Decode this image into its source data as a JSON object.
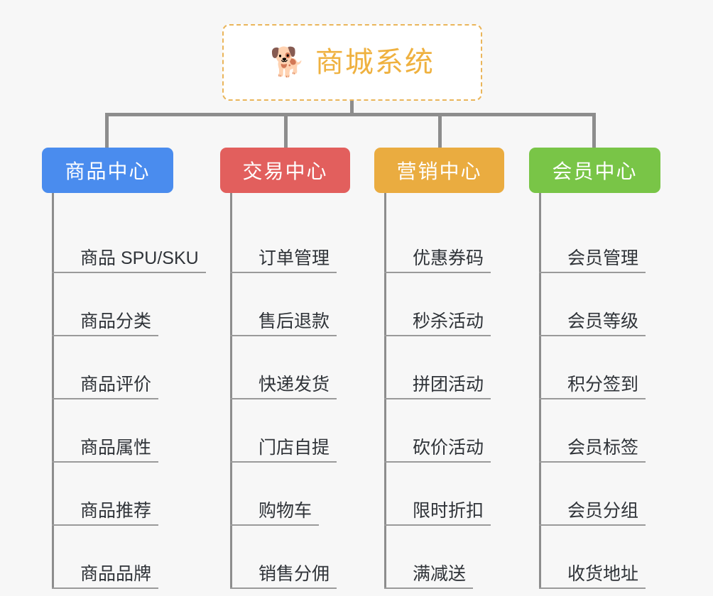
{
  "root": {
    "icon": "shiba-dog-face-emoji",
    "emoji": "🐕",
    "title": "商城系统",
    "title_color": "#efb13f",
    "border_color": "#eab55a",
    "background": "#ffffff"
  },
  "canvas": {
    "background": "#f7f7f7",
    "connector_color": "#8d8d8d",
    "leaf_underline_color": "#9a9a9a",
    "leaf_text_color": "#2f3338"
  },
  "branches": [
    {
      "id": "product-center",
      "label": "商品中心",
      "color": "#4a8cee",
      "leaves": [
        {
          "label": "商品 SPU/SKU"
        },
        {
          "label": "商品分类"
        },
        {
          "label": "商品评价"
        },
        {
          "label": "商品属性"
        },
        {
          "label": "商品推荐"
        },
        {
          "label": "商品品牌"
        }
      ]
    },
    {
      "id": "trade-center",
      "label": "交易中心",
      "color": "#e25f5d",
      "leaves": [
        {
          "label": "订单管理"
        },
        {
          "label": "售后退款"
        },
        {
          "label": "快递发货"
        },
        {
          "label": "门店自提"
        },
        {
          "label": "购物车"
        },
        {
          "label": "销售分佣"
        }
      ]
    },
    {
      "id": "marketing-center",
      "label": "营销中心",
      "color": "#eaac40",
      "leaves": [
        {
          "label": "优惠券码"
        },
        {
          "label": "秒杀活动"
        },
        {
          "label": "拼团活动"
        },
        {
          "label": "砍价活动"
        },
        {
          "label": "限时折扣"
        },
        {
          "label": "满减送"
        }
      ]
    },
    {
      "id": "member-center",
      "label": "会员中心",
      "color": "#79c547",
      "leaves": [
        {
          "label": "会员管理"
        },
        {
          "label": "会员等级"
        },
        {
          "label": "积分签到"
        },
        {
          "label": "会员标签"
        },
        {
          "label": "会员分组"
        },
        {
          "label": "收货地址"
        }
      ]
    }
  ]
}
